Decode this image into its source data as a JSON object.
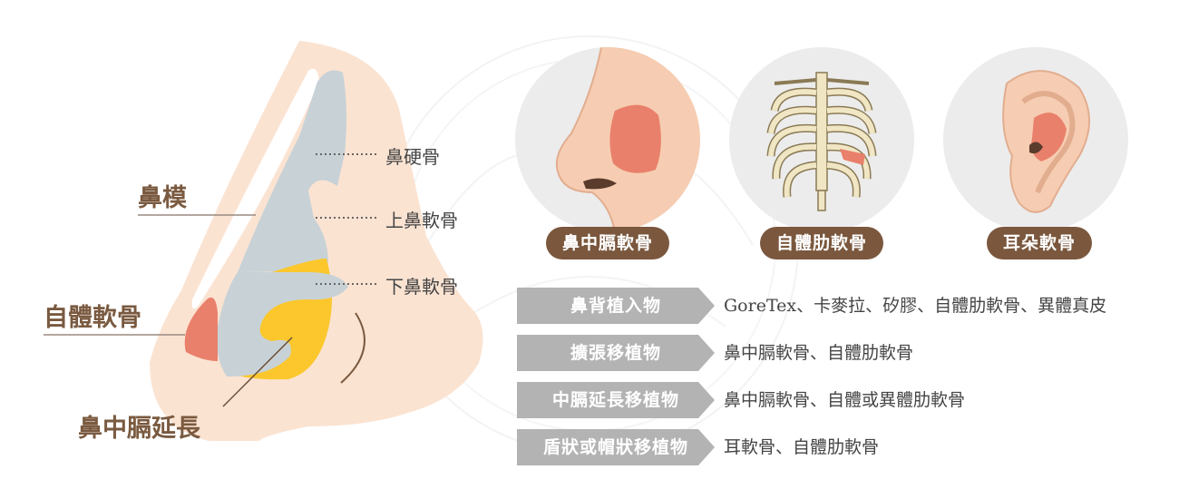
{
  "nose_diagram": {
    "labels": {
      "nasal_mold": "鼻模",
      "autologous_cartilage": "自體軟骨",
      "septal_extension": "鼻中膈延長"
    },
    "parts": {
      "nasal_bone": "鼻硬骨",
      "upper_cartilage": "上鼻軟骨",
      "lower_cartilage": "下鼻軟骨"
    }
  },
  "sources": [
    {
      "label": "鼻中膈軟骨",
      "icon": "nose-septum-icon"
    },
    {
      "label": "自體肋軟骨",
      "icon": "ribcage-icon"
    },
    {
      "label": "耳朵軟骨",
      "icon": "ear-icon"
    }
  ],
  "implant_table": [
    {
      "category": "鼻背植入物",
      "materials": "GoreTex、卡麥拉、矽膠、自體肋軟骨、異體真皮"
    },
    {
      "category": "擴張移植物",
      "materials": "鼻中膈軟骨、自體肋軟骨"
    },
    {
      "category": "中膈延長移植物",
      "materials": "鼻中膈軟骨、自體或異體肋軟骨"
    },
    {
      "category": "盾狀或帽狀移植物",
      "materials": "耳軟骨、自體肋軟骨"
    }
  ],
  "colors": {
    "skin": "#fbe3d2",
    "skin_dark": "#f6cdb2",
    "bone_gray": "#c8d2d6",
    "graft_red": "#e9806b",
    "graft_yellow": "#fbc72c",
    "pill_brown": "#7a573d",
    "tag_gray": "#b3b3b3",
    "circle_bg": "#ececec"
  }
}
